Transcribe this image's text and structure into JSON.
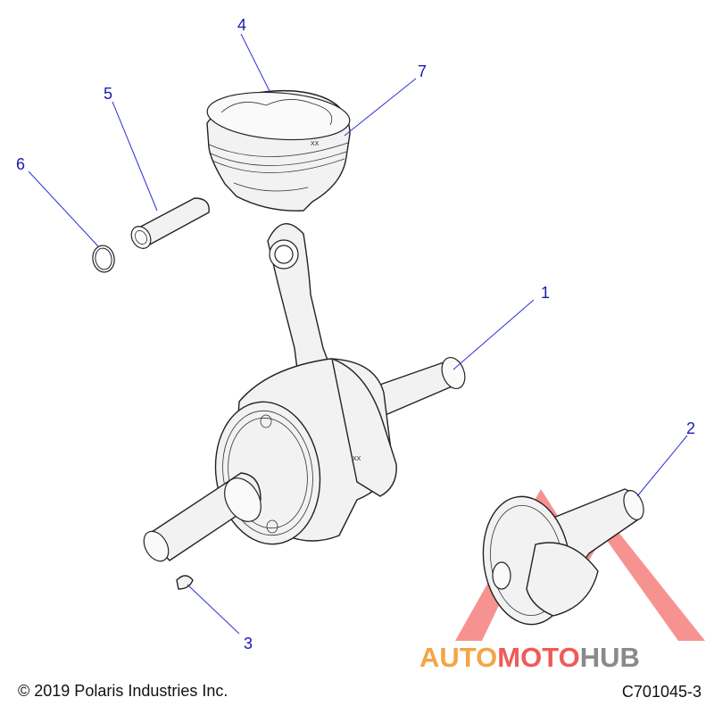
{
  "callouts": [
    {
      "id": "1",
      "label": "1"
    },
    {
      "id": "2",
      "label": "2"
    },
    {
      "id": "3",
      "label": "3"
    },
    {
      "id": "4",
      "label": "4"
    },
    {
      "id": "5",
      "label": "5"
    },
    {
      "id": "6",
      "label": "6"
    },
    {
      "id": "7",
      "label": "7"
    }
  ],
  "footer": {
    "copyright": "© 2019 Polaris Industries Inc.",
    "diagram_id": "C701045-3"
  },
  "watermark": {
    "part1": "AUTO",
    "part2": "MOTO",
    "part3": "HUB",
    "colors": {
      "orange": "#f4a545",
      "red": "#ef5b57",
      "gray": "#8a8a8a",
      "triangle": "#ee3b36"
    }
  },
  "parts": {
    "piston_mark": "XX",
    "rod_mark": "XX"
  }
}
